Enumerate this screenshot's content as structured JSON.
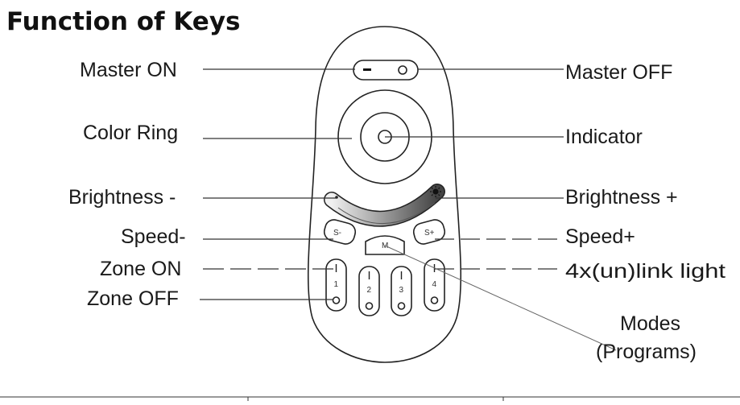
{
  "title": "Function of Keys",
  "labels_left": {
    "master_on": "Master ON",
    "color_ring": "Color Ring",
    "brightness_minus": "Brightness -",
    "speed_minus": "Speed-",
    "zone_on": "Zone ON",
    "zone_off": "Zone OFF"
  },
  "labels_right": {
    "master_off": "Master OFF",
    "indicator": "Indicator",
    "brightness_plus": "Brightness +",
    "speed_plus": "Speed+",
    "link_light": "4x(un)link light",
    "modes": "Modes",
    "programs": "(Programs)"
  },
  "keys": {
    "speed_minus": "S-",
    "speed_plus": "S+",
    "mode": "M",
    "zones": [
      "1",
      "2",
      "3",
      "4"
    ]
  },
  "colors": {
    "line": "#333333",
    "text": "#1a1a1a"
  }
}
